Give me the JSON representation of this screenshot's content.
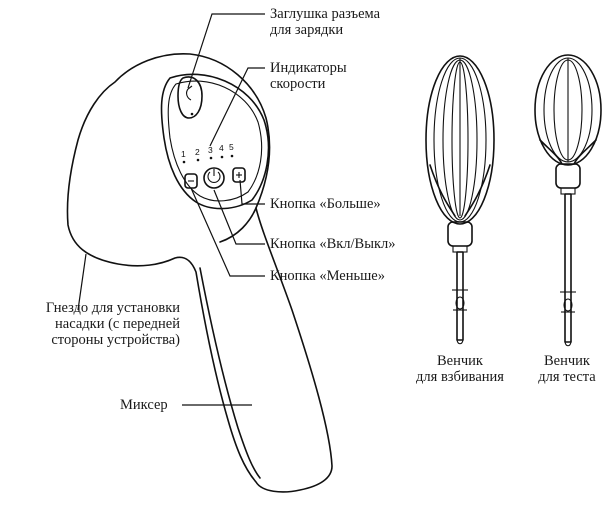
{
  "mixer": {
    "charge_plug_label": [
      "Заглушка разъема",
      "для зарядки"
    ],
    "speed_indicators_label": [
      "Индикаторы",
      "скорости"
    ],
    "speed_numbers": [
      "1",
      "2",
      "3",
      "4",
      "5"
    ],
    "plus_button_label": "Кнопка «Больше»",
    "power_button_label": "Кнопка «Вкл/Выкл»",
    "minus_button_label": "Кнопка «Меньше»",
    "attachment_socket_label": [
      "Гнездо для установки",
      "насадки (с передней",
      "стороны устройства)"
    ],
    "mixer_label": "Миксер"
  },
  "attachments": {
    "whisk_label": [
      "Венчик",
      "для взбивания"
    ],
    "dough_hook_label": [
      "Венчик",
      "для теста"
    ]
  }
}
